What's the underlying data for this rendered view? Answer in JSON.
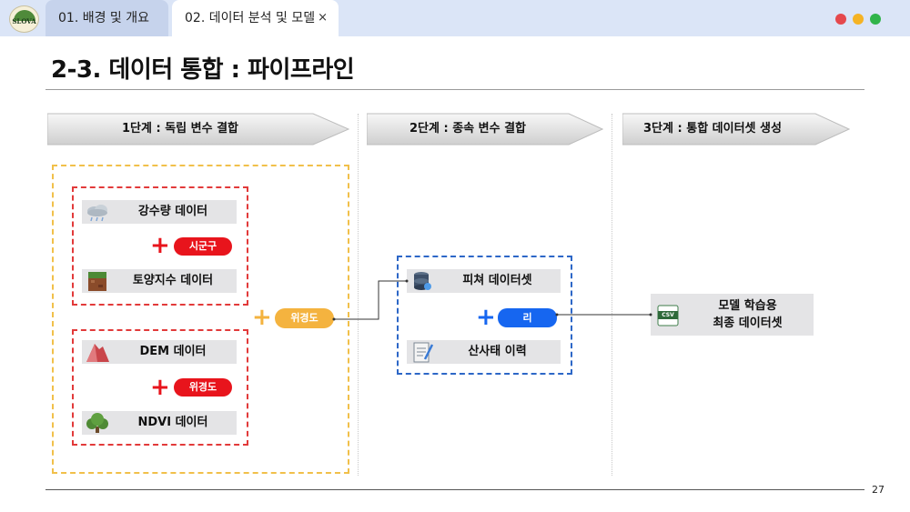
{
  "brand": {
    "logo_text": "SLOVA"
  },
  "tabs": [
    {
      "label": "01. 배경 및 개요"
    },
    {
      "label": "02. 데이터 분석 및 모델",
      "close": "×"
    }
  ],
  "title": "2-3. 데이터 통합 : 파이프라인",
  "stages": [
    {
      "label": "1단계 : 독립 변수 결합"
    },
    {
      "label": "2단계 : 종속 변수 결합"
    },
    {
      "label": "3단계 : 통합 데이터셋 생성"
    }
  ],
  "stage1": {
    "group1": {
      "top": {
        "label": "강수량 데이터",
        "icon": "rain-cloud-icon"
      },
      "join_key": "시군구",
      "bottom": {
        "label": "토양지수 데이터",
        "icon": "soil-block-icon"
      }
    },
    "group2": {
      "top": {
        "label": "DEM 데이터",
        "icon": "terrain-icon"
      },
      "join_key": "위경도",
      "bottom": {
        "label": "NDVI 데이터",
        "icon": "tree-icon"
      }
    },
    "merge_key": "위경도",
    "plus": "+"
  },
  "stage2": {
    "top": {
      "label": "피쳐 데이터셋",
      "icon": "database-icon"
    },
    "join_key": "리",
    "bottom": {
      "label": "산사태 이력",
      "icon": "document-edit-icon"
    }
  },
  "stage3": {
    "icon": "csv-file-icon",
    "icon_text": "CSV",
    "line1": "모델 학습용",
    "line2": "최종 데이터셋"
  },
  "page_number": "27",
  "colors": {
    "red": "#e8141c",
    "yellow": "#f4b33f",
    "blue": "#1666f0",
    "tab_bar": "#dbe5f7"
  }
}
